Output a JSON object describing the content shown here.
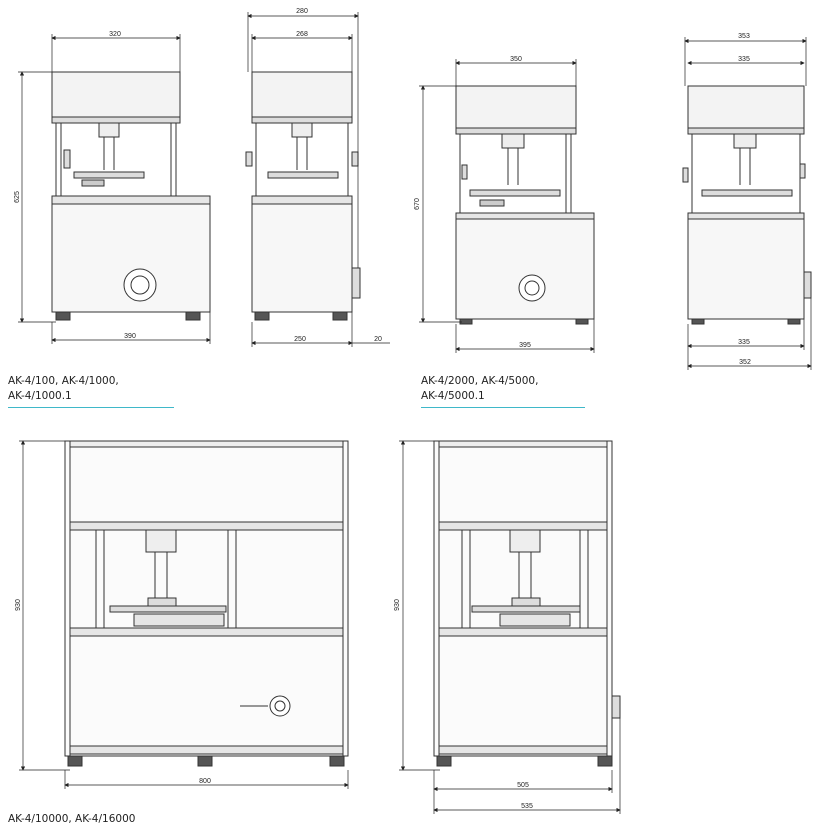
{
  "captions": {
    "top_left": {
      "line1": "AK-4/100, AK-4/1000,",
      "line2": "AK-4/1000.1"
    },
    "top_right": {
      "line1": "AK-4/2000, AK-4/5000,",
      "line2": "AK-4/5000.1"
    },
    "bottom": {
      "line1": "AK-4/10000, AK-4/16000"
    }
  },
  "dimensions": {
    "d320": "320",
    "d390": "390",
    "d625": "625",
    "d280": "280",
    "d268": "268",
    "d250": "250",
    "d20": "20",
    "d350": "350",
    "d395": "395",
    "d670": "670",
    "d353": "353",
    "d335_top": "335",
    "d335_bottom": "335",
    "d352": "352",
    "d930_left": "930",
    "d800": "800",
    "d930_right": "930",
    "d505": "505",
    "d535": "535"
  },
  "colors": {
    "accent_line": "#3fb8c9",
    "hatch": "#555555"
  }
}
